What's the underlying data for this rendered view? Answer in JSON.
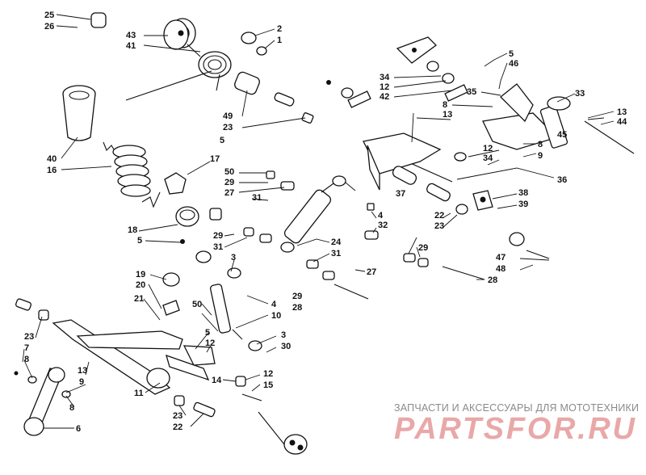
{
  "watermark": {
    "caption": "ЗАПЧАСТИ И АКСЕССУАРЫ ДЛЯ МОТОТЕХНИКИ",
    "logo": "PARTSFOR.RU",
    "logo_color": "#e9a8a8"
  },
  "callouts": [
    "25",
    "26",
    "43",
    "41",
    "2",
    "1",
    "5",
    "46",
    "34",
    "12",
    "42",
    "35",
    "8",
    "33",
    "13",
    "44",
    "40",
    "16",
    "49",
    "23",
    "5",
    "13",
    "12",
    "34",
    "8",
    "9",
    "45",
    "36",
    "17",
    "50",
    "29",
    "27",
    "31",
    "37",
    "38",
    "39",
    "18",
    "5",
    "4",
    "32",
    "22",
    "23",
    "29",
    "31",
    "24",
    "31",
    "29",
    "47",
    "48",
    "27",
    "28",
    "3",
    "19",
    "20",
    "21",
    "4",
    "50",
    "10",
    "29",
    "28",
    "5",
    "12",
    "3",
    "30",
    "23",
    "7",
    "8",
    "13",
    "9",
    "8",
    "11",
    "14",
    "12",
    "15",
    "6",
    "23",
    "22"
  ]
}
